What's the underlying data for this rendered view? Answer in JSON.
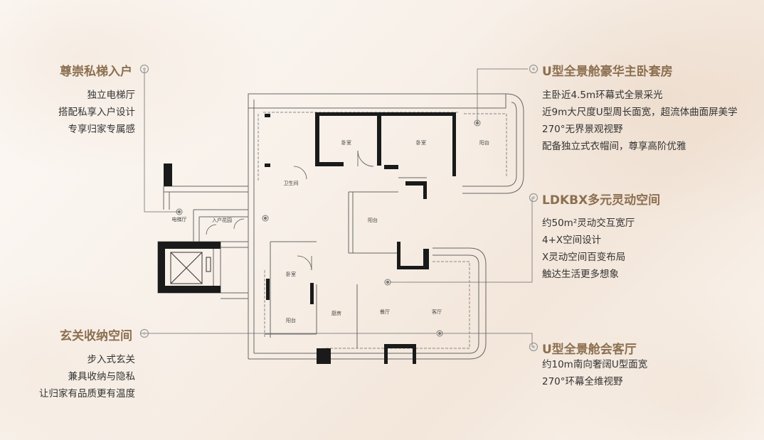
{
  "features": {
    "elevator": {
      "title": "尊崇私梯入户",
      "lines": [
        "独立电梯厅",
        "搭配私享入户设计",
        "专享归家专属感"
      ]
    },
    "foyer": {
      "title": "玄关收纳空间",
      "lines": [
        "步入式玄关",
        "兼具收纳与隐私",
        "让归家有品质更有温度"
      ]
    },
    "master": {
      "title": "U型全景舱豪华主卧套房",
      "lines": [
        "主卧近4.5m环幕式全景采光",
        "近9m大尺度U型周长面宽，超流体曲面屏美学",
        "270°无界景观视野",
        "配备独立式衣帽间，尊享高阶优雅"
      ]
    },
    "ldkbx": {
      "title": "LDKBX多元灵动空间",
      "lines": [
        "约50m²灵动交互宽厅",
        "4+X空间设计",
        "X灵动空间百变布局",
        "触达生活更多想象"
      ]
    },
    "living": {
      "title": "U型全景舱会客厅",
      "lines": [
        "约10m南向奢阔U型面宽",
        "270°环幕全维视野"
      ]
    }
  },
  "rooms": {
    "elevator_hall": "电梯厅",
    "entry_garden": "入户花园",
    "bathroom": "卫生间",
    "bedroom_a": "卧室",
    "bedroom_b": "卧室",
    "bedroom_c": "卧室",
    "balcony_a": "阳台",
    "balcony_b": "阳台",
    "balcony_c": "阳台",
    "kitchen": "厨房",
    "dining": "餐厅",
    "living": "客厅"
  },
  "colors": {
    "accent": "#8c6f50",
    "wall": "#1a1a1a",
    "thin": "#666666",
    "leader": "#8a8a8a"
  }
}
